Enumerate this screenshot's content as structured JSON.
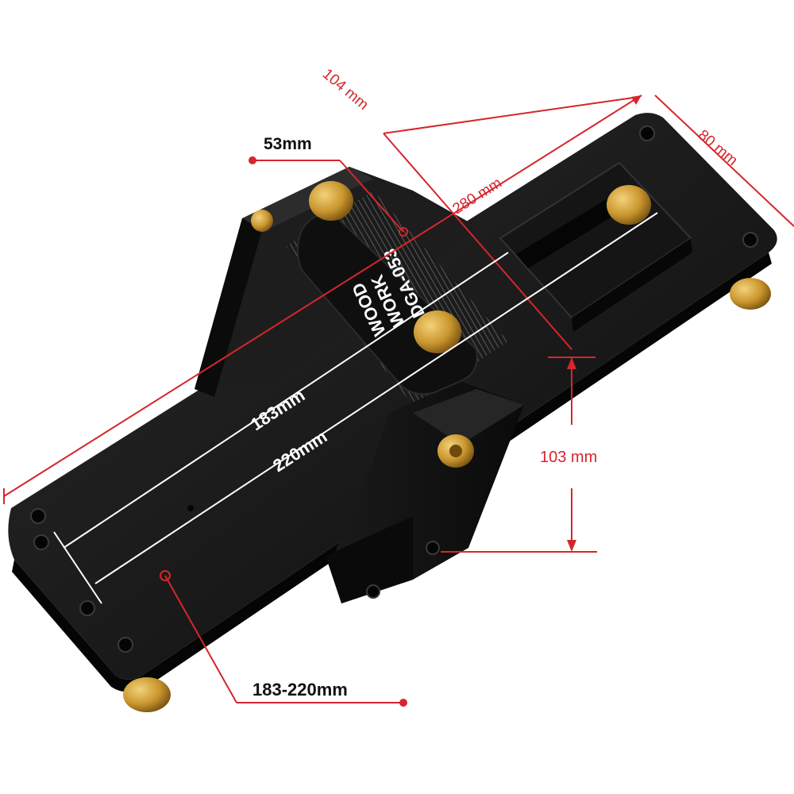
{
  "product": {
    "brand_line1": "WOOD",
    "brand_line2": "WORK",
    "model": "DGA-053"
  },
  "dimensions": {
    "d104": "104 mm",
    "d80": "80 mm",
    "d280": "280 mm",
    "d53": "53mm",
    "d103": "103 mm",
    "d183": "183mm",
    "d220": "220mm",
    "range": "183-220mm"
  },
  "colors": {
    "body": "#141414",
    "brass": "#c9962e",
    "dimension_red": "#d6262a"
  }
}
